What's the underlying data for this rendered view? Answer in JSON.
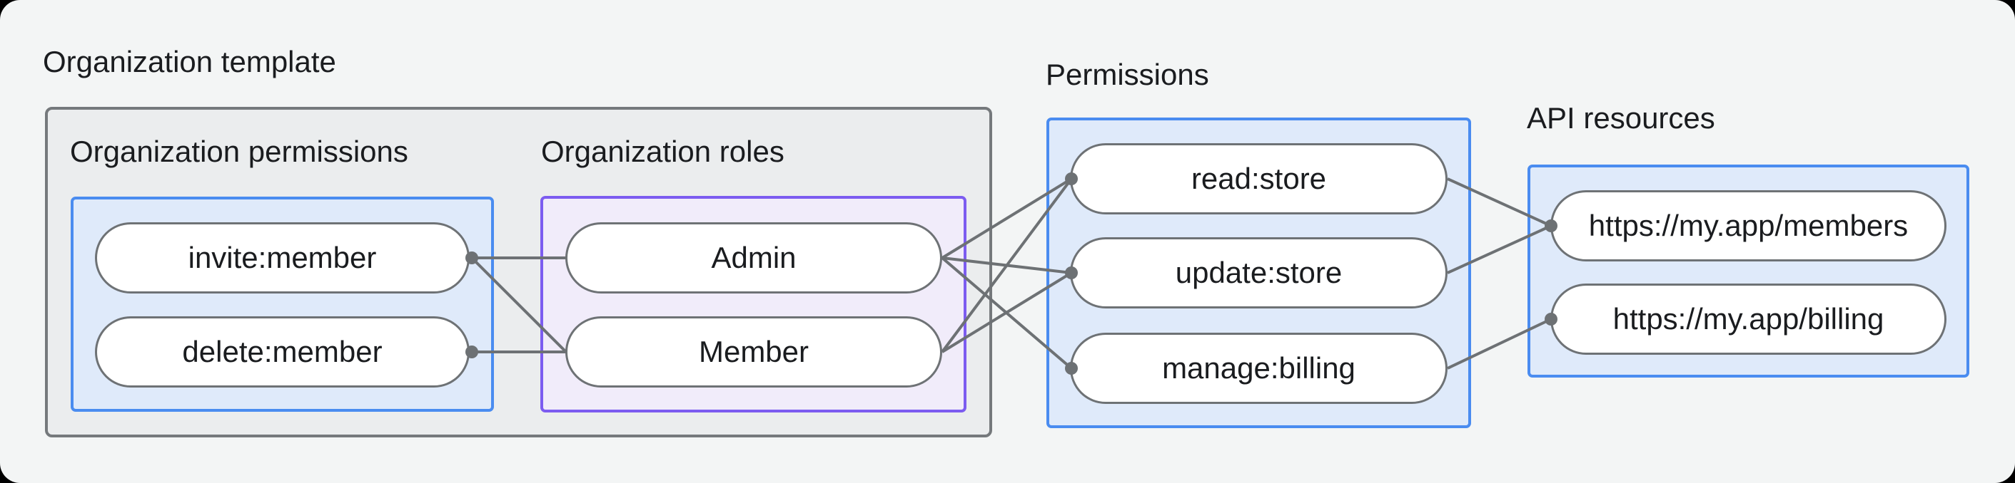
{
  "diagram": {
    "org_template": {
      "label": "Organization template",
      "org_permissions": {
        "label": "Organization permissions",
        "pills": [
          "invite:member",
          "delete:member"
        ]
      },
      "org_roles": {
        "label": "Organization roles",
        "pills": [
          "Admin",
          "Member"
        ]
      }
    },
    "permissions": {
      "label": "Permissions",
      "pills": [
        "read:store",
        "update:store",
        "manage:billing"
      ]
    },
    "api_resources": {
      "label": "API resources",
      "pills": [
        "https://my.app/members",
        "https://my.app/billing"
      ]
    },
    "edges": [
      {
        "from": "invite:member",
        "to": "Admin"
      },
      {
        "from": "invite:member",
        "to": "Member"
      },
      {
        "from": "delete:member",
        "to": "Member"
      },
      {
        "from": "Admin",
        "to": "read:store"
      },
      {
        "from": "Admin",
        "to": "update:store"
      },
      {
        "from": "Admin",
        "to": "manage:billing"
      },
      {
        "from": "Member",
        "to": "read:store"
      },
      {
        "from": "Member",
        "to": "update:store"
      },
      {
        "from": "read:store",
        "to": "https://my.app/members"
      },
      {
        "from": "update:store",
        "to": "https://my.app/members"
      },
      {
        "from": "manage:billing",
        "to": "https://my.app/billing"
      }
    ],
    "colors": {
      "page_bg": "#f3f5f5",
      "corner_bg": "#000000",
      "template_box_bg": "#ebedee",
      "template_box_border": "#75797c",
      "blue_box_bg": "#dfeafa",
      "blue_box_border": "#4a8cf0",
      "purple_box_bg": "#f1ecfa",
      "purple_box_border": "#7c5cf0",
      "pill_bg": "#ffffff",
      "pill_border": "#6e7275",
      "edge_color": "#6d7174",
      "text_color": "#1a1c1f"
    }
  }
}
